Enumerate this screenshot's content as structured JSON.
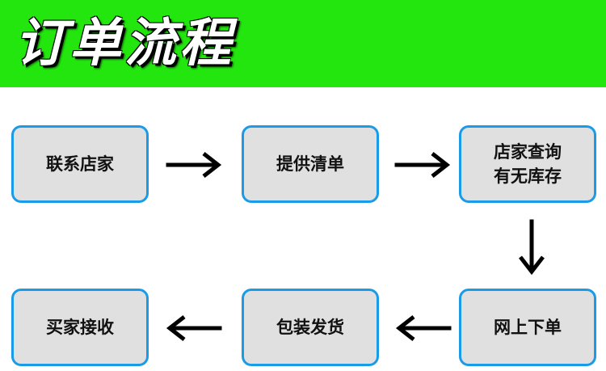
{
  "header": {
    "title": "订单流程",
    "background_color": "#22e60e"
  },
  "flow": {
    "box_fill": "#e0e0e0",
    "box_border": "#1a9be8",
    "arrow_color": "#000000",
    "steps": [
      {
        "label": "联系店家"
      },
      {
        "label": "提供清单"
      },
      {
        "label": "店家查询\n有无库存"
      },
      {
        "label": "网上下单"
      },
      {
        "label": "包装发货"
      },
      {
        "label": "买家接收"
      }
    ]
  }
}
